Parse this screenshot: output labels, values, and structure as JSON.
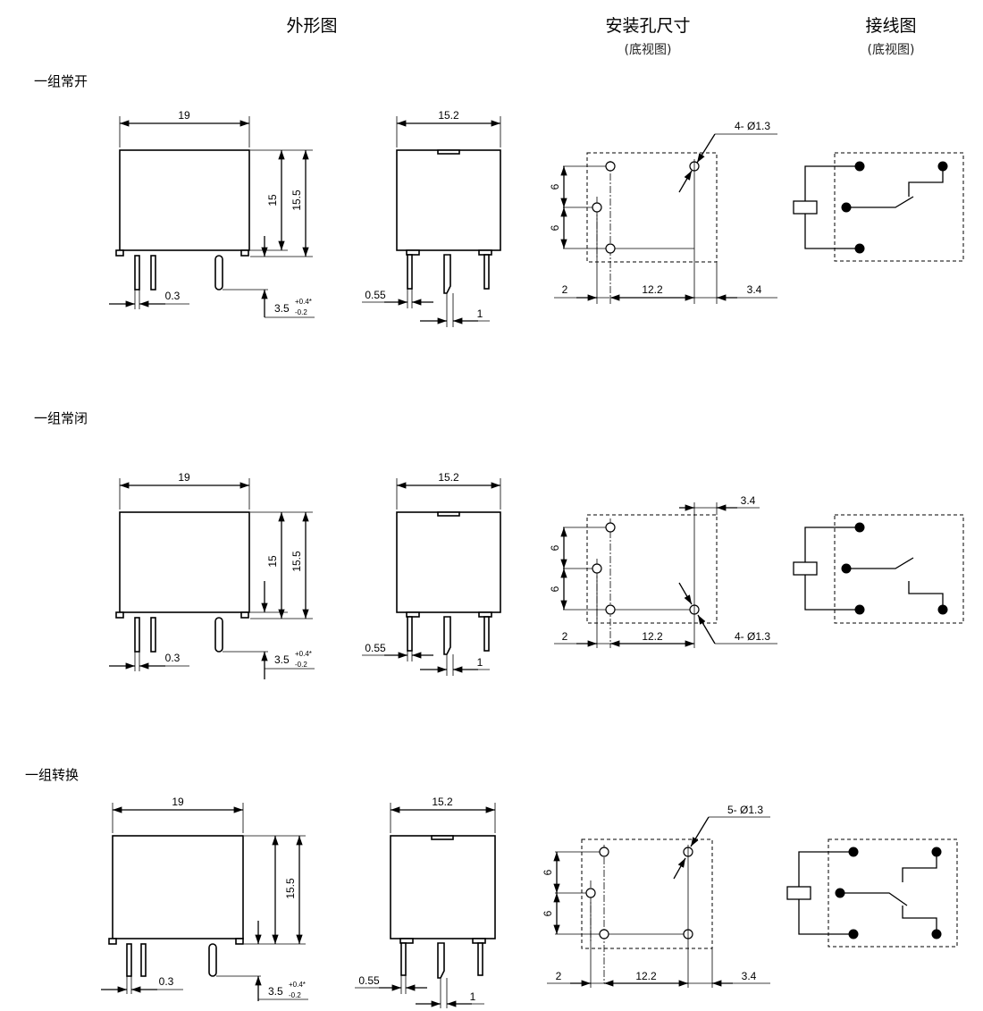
{
  "headers": {
    "outline": "外形图",
    "mounting": "安装孔尺寸",
    "mounting_sub": "(底视图)",
    "wiring": "接线图",
    "wiring_sub": "(底视图)"
  },
  "rows": [
    {
      "label": "一组常开",
      "outline": {
        "width": "19",
        "h_inner": "15",
        "h_outer": "15.5",
        "pin_w": "0.3",
        "pin_len": "3.5",
        "tol_upper": "+0.4*",
        "tol_lower": "-0.2"
      },
      "side": {
        "width": "15.2",
        "pin_t": "0.55",
        "pin_off": "1"
      },
      "holes": {
        "hole_spec": "4- Ø1.3",
        "v1": "6",
        "v2": "6",
        "d_left": "2",
        "d_mid": "12.2",
        "d_right": "3.4"
      },
      "wiring": {
        "type": "normally-open"
      }
    },
    {
      "label": "一组常闭",
      "outline": {
        "width": "19",
        "h_inner": "15",
        "h_outer": "15.5",
        "pin_w": "0.3",
        "pin_len": "3.5",
        "tol_upper": "+0.4*",
        "tol_lower": "-0.2"
      },
      "side": {
        "width": "15.2",
        "pin_t": "0.55",
        "pin_off": "1"
      },
      "holes": {
        "hole_spec": "4- Ø1.3",
        "v1": "6",
        "v2": "6",
        "d_left": "2",
        "d_mid": "12.2",
        "d_right": "3.4"
      },
      "wiring": {
        "type": "normally-closed"
      }
    },
    {
      "label": "一组转换",
      "outline": {
        "width": "19",
        "h_outer": "15.5",
        "pin_w": "0.3",
        "pin_len": "3.5",
        "tol_upper": "+0.4*",
        "tol_lower": "-0.2"
      },
      "side": {
        "width": "15.2",
        "pin_t": "0.55",
        "pin_off": "1"
      },
      "holes": {
        "hole_spec": "5- Ø1.3",
        "v1": "6",
        "v2": "6",
        "d_left": "2",
        "d_mid": "12.2",
        "d_right": "3.4"
      },
      "wiring": {
        "type": "changeover"
      }
    }
  ]
}
